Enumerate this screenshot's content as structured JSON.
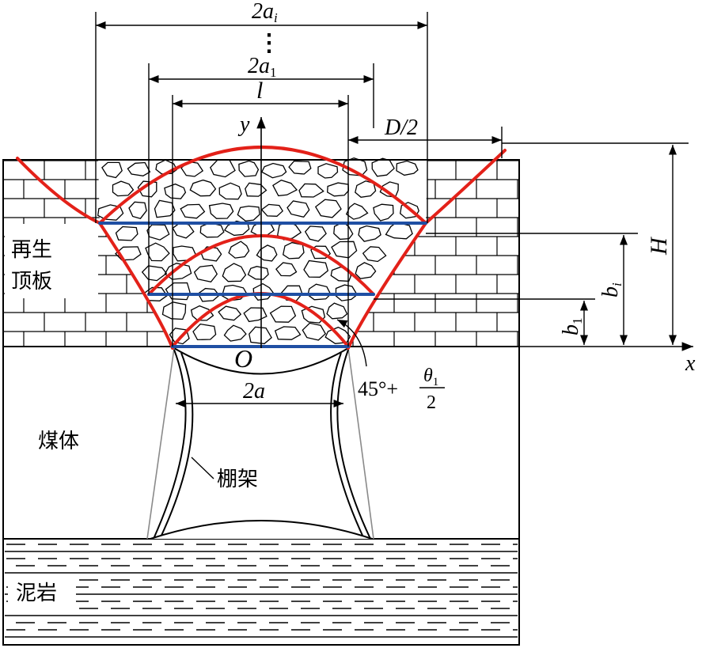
{
  "labels": {
    "two_ai": "2a",
    "two_ai_sub": "i",
    "ellipsis": "⋮",
    "two_a1": "2a",
    "two_a1_sub": "1",
    "l": "l",
    "y": "y",
    "x": "x",
    "origin": "O",
    "d_half": "D/2",
    "H": "H",
    "bi": "b",
    "bi_sub": "i",
    "b1": "b",
    "b1_sub": "1",
    "two_a": "2a",
    "angle_main": "45°+",
    "angle_num": "θ",
    "angle_num_sub": "1",
    "angle_den": "2",
    "roof": "再生顶板",
    "roof_line1": "再生",
    "roof_line2": "顶板",
    "coal": "煤体",
    "support": "棚架",
    "mudstone": "泥岩"
  },
  "colors": {
    "arch": "#e32119",
    "span": "#1f4fa3",
    "ink": "#000000",
    "support_gray": "#8a8a8a"
  }
}
